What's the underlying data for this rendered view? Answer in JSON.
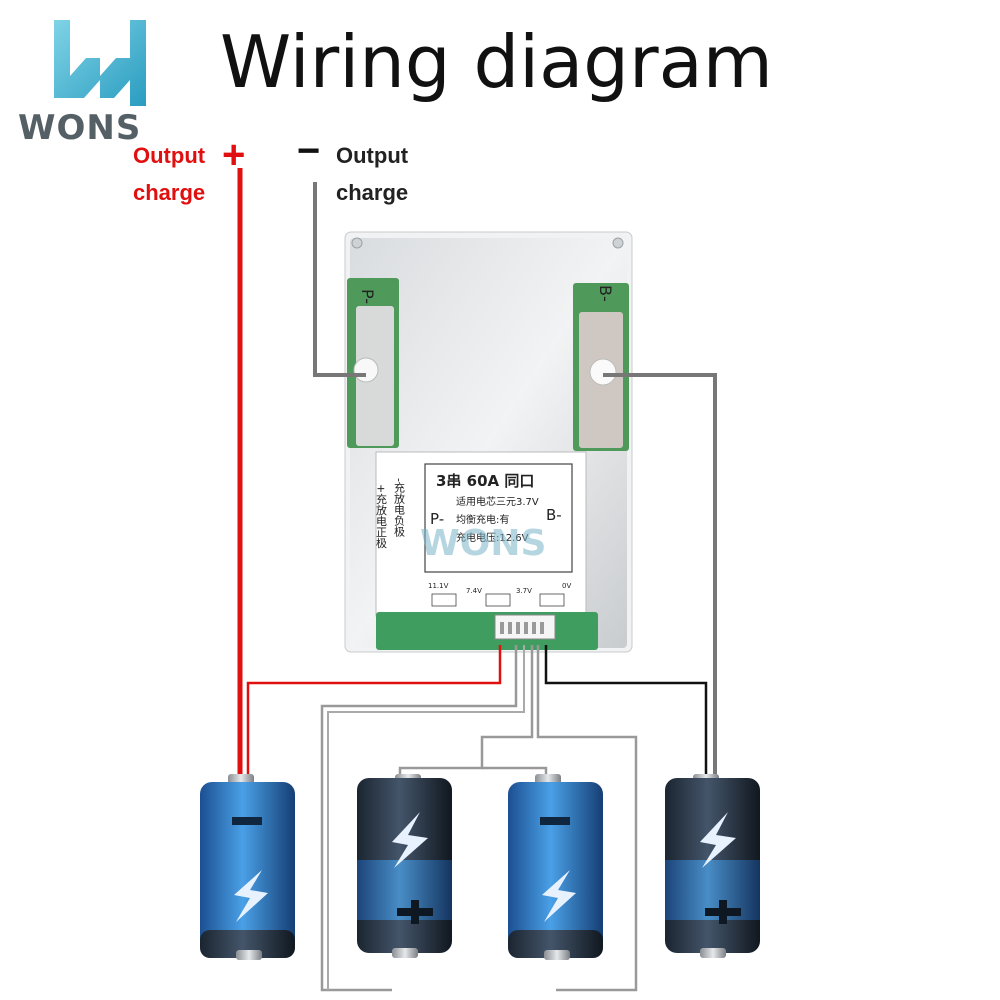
{
  "title": "Wiring diagram",
  "logo": {
    "text": "WONS"
  },
  "labels": {
    "positive": {
      "line1": "Output",
      "line2": "charge",
      "sign": "+"
    },
    "negative": {
      "line1": "Output",
      "line2": "charge",
      "sign": "−"
    }
  },
  "board": {
    "pad_left": "P-",
    "pad_right": "B-",
    "spec_header": "3串 60A 同口",
    "spec_line1": "适用电芯三元3.7V",
    "spec_line2": "均衡充电:有",
    "spec_line3": "充电电压:12.6V",
    "side_label_left": "+充放电正极",
    "side_label_right": "-充放电负极",
    "label_p": "P-",
    "label_b": "B-",
    "watermark": "WONS",
    "voltages": [
      "11.1V",
      "7.4V",
      "3.7V",
      "0V"
    ]
  },
  "colors": {
    "positive_wire": "#e01010",
    "negative_wire": "#777777",
    "sense_wire": "#111111"
  },
  "batteries": [
    {
      "icon": "cell-icon",
      "top_terminal": "minus"
    },
    {
      "icon": "cell-icon",
      "top_terminal": "bolt"
    },
    {
      "icon": "cell-icon",
      "top_terminal": "minus"
    },
    {
      "icon": "cell-icon",
      "top_terminal": "bolt"
    }
  ]
}
